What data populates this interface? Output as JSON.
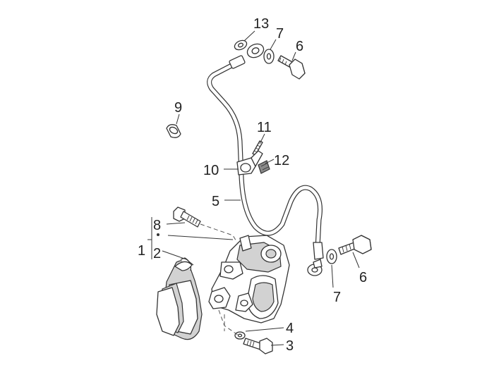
{
  "diagram": {
    "callouts": [
      {
        "id": "c13",
        "text": "13"
      },
      {
        "id": "c7a",
        "text": "7"
      },
      {
        "id": "c6a",
        "text": "6"
      },
      {
        "id": "c9",
        "text": "9"
      },
      {
        "id": "c11",
        "text": "11"
      },
      {
        "id": "c12",
        "text": "12"
      },
      {
        "id": "c10",
        "text": "10"
      },
      {
        "id": "c5",
        "text": "5"
      },
      {
        "id": "c8",
        "text": "8"
      },
      {
        "id": "c1",
        "text": "1"
      },
      {
        "id": "c2",
        "text": "2"
      },
      {
        "id": "c6b",
        "text": "6"
      },
      {
        "id": "c7b",
        "text": "7"
      },
      {
        "id": "c4",
        "text": "4"
      },
      {
        "id": "c3",
        "text": "3"
      }
    ]
  }
}
